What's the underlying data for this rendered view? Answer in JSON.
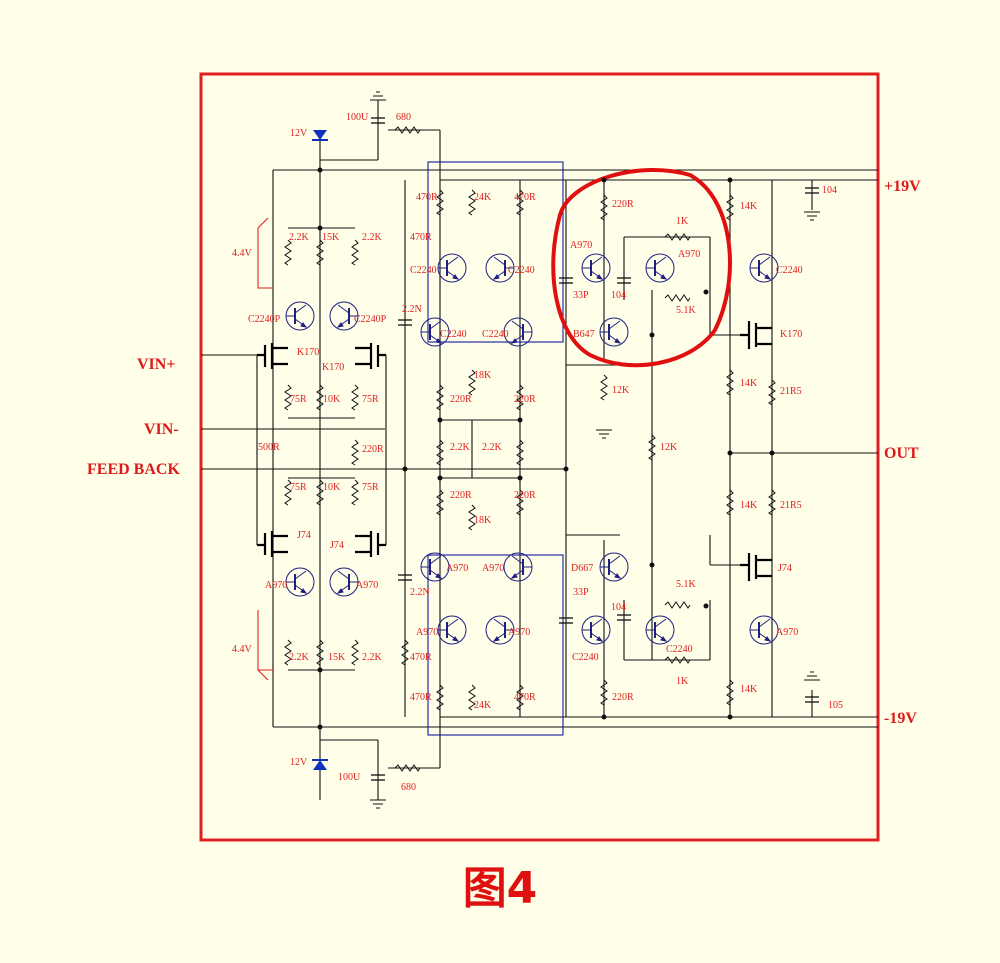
{
  "caption": "图4",
  "rails": {
    "pos": "+19V",
    "neg": "-19V",
    "out": "OUT"
  },
  "inputs": {
    "vin_pos": "VIN+",
    "vin_neg": "VIN-",
    "feedback": "FEED BACK"
  },
  "labels": [
    {
      "id": "100u_top",
      "text": "100U"
    },
    {
      "id": "680_top",
      "text": "680"
    },
    {
      "id": "12v_top",
      "text": "12V"
    },
    {
      "id": "4v4_top",
      "text": "4.4V"
    },
    {
      "id": "r22k_tl",
      "text": "2.2K"
    },
    {
      "id": "r15k_t",
      "text": "15K"
    },
    {
      "id": "r22k_tr",
      "text": "2.2K"
    },
    {
      "id": "q_c2240p_l",
      "text": "C2240P"
    },
    {
      "id": "q_c2240p_r",
      "text": "C2240P"
    },
    {
      "id": "k170_a",
      "text": "K170"
    },
    {
      "id": "k170_b",
      "text": "K170"
    },
    {
      "id": "c22n_top",
      "text": "2.2N"
    },
    {
      "id": "r75r_1",
      "text": "75R"
    },
    {
      "id": "r10k_1",
      "text": "10K"
    },
    {
      "id": "r75r_2",
      "text": "75R"
    },
    {
      "id": "r500r",
      "text": "500R"
    },
    {
      "id": "r220r_mid",
      "text": "220R"
    },
    {
      "id": "r75r_3",
      "text": "75R"
    },
    {
      "id": "r10k_2",
      "text": "10K"
    },
    {
      "id": "r75r_4",
      "text": "75R"
    },
    {
      "id": "j74_a",
      "text": "J74"
    },
    {
      "id": "j74_b",
      "text": "J74"
    },
    {
      "id": "q_a970_l",
      "text": "A970"
    },
    {
      "id": "q_a970_r",
      "text": "A970"
    },
    {
      "id": "4v4_bot",
      "text": "4.4V"
    },
    {
      "id": "r22k_bl",
      "text": "2.2K"
    },
    {
      "id": "r15k_b",
      "text": "15K"
    },
    {
      "id": "r22k_br",
      "text": "2.2K"
    },
    {
      "id": "12v_bot",
      "text": "12V"
    },
    {
      "id": "100u_bot",
      "text": "100U"
    },
    {
      "id": "680_bot",
      "text": "680"
    },
    {
      "id": "r470r_a",
      "text": "470R"
    },
    {
      "id": "r24k_t",
      "text": "24K"
    },
    {
      "id": "r470r_b",
      "text": "470R"
    },
    {
      "id": "r470r_c",
      "text": "470R"
    },
    {
      "id": "q_c2240_1",
      "text": "C2240"
    },
    {
      "id": "q_c2240_2",
      "text": "C2240"
    },
    {
      "id": "q_c2240_3",
      "text": "C2240"
    },
    {
      "id": "q_c2240_4",
      "text": "C2240"
    },
    {
      "id": "r18k_t",
      "text": "18K"
    },
    {
      "id": "r220r_a",
      "text": "220R"
    },
    {
      "id": "r220r_b",
      "text": "220R"
    },
    {
      "id": "r22k_c1",
      "text": "2.2K"
    },
    {
      "id": "r22k_c2",
      "text": "2.2K"
    },
    {
      "id": "r220r_c",
      "text": "220R"
    },
    {
      "id": "r220r_d",
      "text": "220R"
    },
    {
      "id": "r18k_b",
      "text": "18K"
    },
    {
      "id": "c22n_bot",
      "text": "2.2N"
    },
    {
      "id": "q_a970_1",
      "text": "A970"
    },
    {
      "id": "q_a970_2",
      "text": "A970"
    },
    {
      "id": "q_a970_3",
      "text": "A970"
    },
    {
      "id": "q_a970_4",
      "text": "A970"
    },
    {
      "id": "r470r_d",
      "text": "470R"
    },
    {
      "id": "r470r_e",
      "text": "470R"
    },
    {
      "id": "r24k_b",
      "text": "24K"
    },
    {
      "id": "r470r_f",
      "text": "470R"
    },
    {
      "id": "r220r_vt",
      "text": "220R"
    },
    {
      "id": "q_a970_v1",
      "text": "A970"
    },
    {
      "id": "r1k_t",
      "text": "1K"
    },
    {
      "id": "q_a970_v2",
      "text": "A970"
    },
    {
      "id": "c33p_t",
      "text": "33P"
    },
    {
      "id": "c104_t",
      "text": "104"
    },
    {
      "id": "r51k_t",
      "text": "5.1K"
    },
    {
      "id": "q_b647",
      "text": "B647"
    },
    {
      "id": "r12k_t",
      "text": "12K"
    },
    {
      "id": "r12k_m",
      "text": "12K"
    },
    {
      "id": "q_d667",
      "text": "D667"
    },
    {
      "id": "r51k_b",
      "text": "5.1K"
    },
    {
      "id": "c33p_b",
      "text": "33P"
    },
    {
      "id": "c104_b",
      "text": "104"
    },
    {
      "id": "q_c2240_v1",
      "text": "C2240"
    },
    {
      "id": "q_c2240_v2",
      "text": "C2240"
    },
    {
      "id": "r1k_b",
      "text": "1K"
    },
    {
      "id": "r220r_vb",
      "text": "220R"
    },
    {
      "id": "r14k_1",
      "text": "14K"
    },
    {
      "id": "q_c2240_o",
      "text": "C2240"
    },
    {
      "id": "k170_o",
      "text": "K170"
    },
    {
      "id": "r14k_2",
      "text": "14K"
    },
    {
      "id": "r21r5_1",
      "text": "21R5"
    },
    {
      "id": "r14k_3",
      "text": "14K"
    },
    {
      "id": "r21r5_2",
      "text": "21R5"
    },
    {
      "id": "j74_o",
      "text": "J74"
    },
    {
      "id": "q_a970_o",
      "text": "A970"
    },
    {
      "id": "r14k_4",
      "text": "14K"
    },
    {
      "id": "c104_r",
      "text": "104"
    },
    {
      "id": "c105_r",
      "text": "105"
    }
  ]
}
